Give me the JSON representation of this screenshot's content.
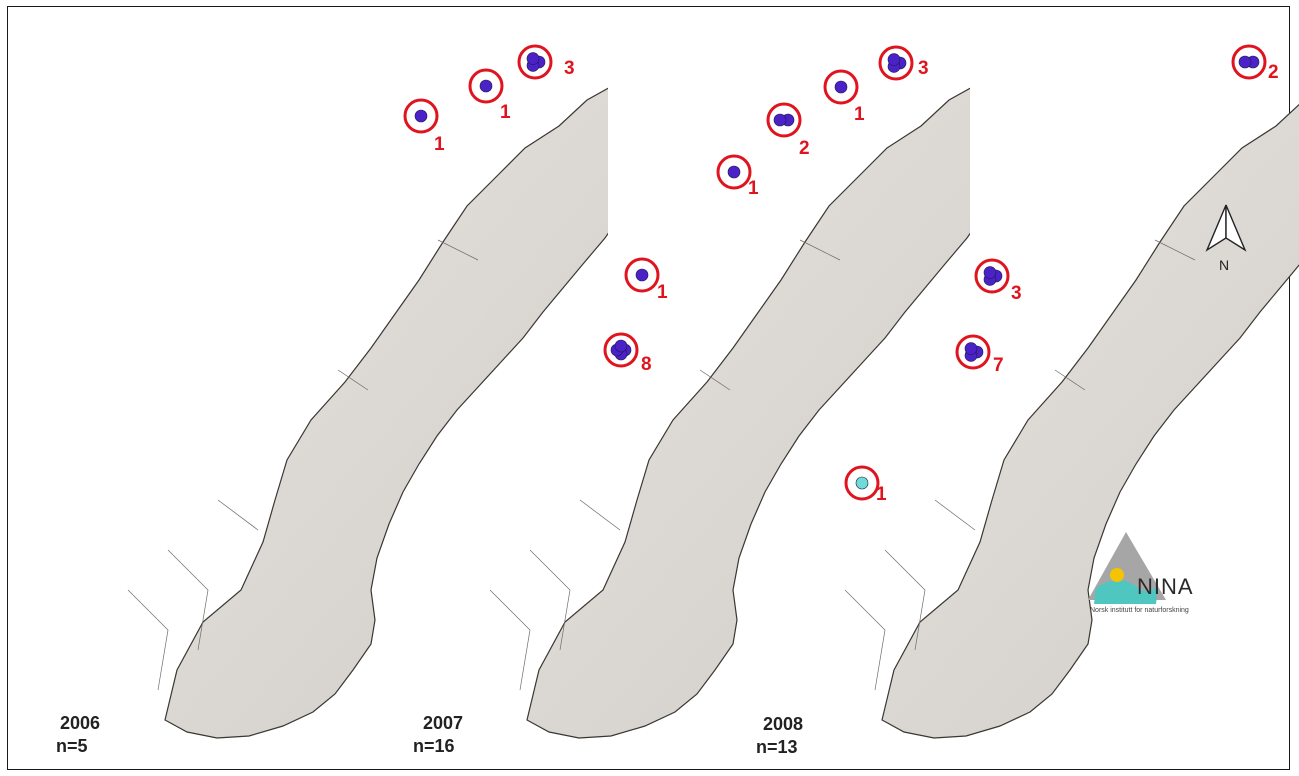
{
  "colors": {
    "land": "#dcd9d5",
    "land_shade": "#bdb8b2",
    "coast": "#3a3733",
    "circle": "#e0141e",
    "dot": "#4a22c8",
    "dot_alt": "#6fdbd6",
    "logo_accent": "#f5c400",
    "logo_teal": "#4fc7c0",
    "logo_gray": "#9c9c9c"
  },
  "maps": [
    {
      "year": "2006",
      "n": "n=5",
      "sites": [
        {
          "count": "1",
          "dots": 1
        },
        {
          "count": "1",
          "dots": 1
        },
        {
          "count": "3",
          "dots": 3
        }
      ]
    },
    {
      "year": "2007",
      "n": "n=16",
      "sites": [
        {
          "count": "3",
          "dots": 3
        },
        {
          "count": "1",
          "dots": 1
        },
        {
          "count": "2",
          "dots": 2
        },
        {
          "count": "1",
          "dots": 1
        },
        {
          "count": "1",
          "dots": 1
        },
        {
          "count": "8",
          "dots": 4
        }
      ]
    },
    {
      "year": "2008",
      "n": "n=13",
      "sites": [
        {
          "count": "2",
          "dots": 2
        },
        {
          "count": "3",
          "dots": 3
        },
        {
          "count": "7",
          "dots": 3
        },
        {
          "count": "1",
          "dots": 1,
          "alt": true
        }
      ]
    }
  ],
  "north_arrow": {
    "label": "N",
    "icon": "north-arrow-icon"
  },
  "logo": {
    "name": "NINA",
    "subtitle": "Norsk institutt for naturforskning",
    "icon": "nina-logo-icon"
  }
}
